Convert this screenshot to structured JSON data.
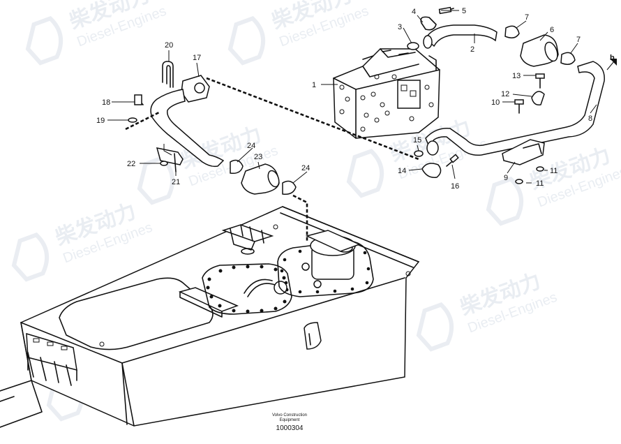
{
  "watermark": {
    "brand_cn": "柴发动力",
    "brand_en": "Diesel-Engines"
  },
  "callouts": [
    {
      "id": "c1",
      "label": "1"
    },
    {
      "id": "c2",
      "label": "2"
    },
    {
      "id": "c3",
      "label": "3"
    },
    {
      "id": "c4",
      "label": "4"
    },
    {
      "id": "c5",
      "label": "5"
    },
    {
      "id": "c6",
      "label": "6"
    },
    {
      "id": "c7a",
      "label": "7"
    },
    {
      "id": "c7b",
      "label": "7"
    },
    {
      "id": "c8",
      "label": "8"
    },
    {
      "id": "c9",
      "label": "9"
    },
    {
      "id": "c10",
      "label": "10"
    },
    {
      "id": "c11a",
      "label": "11"
    },
    {
      "id": "c11b",
      "label": "11"
    },
    {
      "id": "c12",
      "label": "12"
    },
    {
      "id": "c13",
      "label": "13"
    },
    {
      "id": "c14",
      "label": "14"
    },
    {
      "id": "c15",
      "label": "15"
    },
    {
      "id": "c16",
      "label": "16"
    },
    {
      "id": "c17",
      "label": "17"
    },
    {
      "id": "c18",
      "label": "18"
    },
    {
      "id": "c19",
      "label": "19"
    },
    {
      "id": "c20",
      "label": "20"
    },
    {
      "id": "c21",
      "label": "21"
    },
    {
      "id": "c22",
      "label": "22"
    },
    {
      "id": "c23",
      "label": "23"
    },
    {
      "id": "c24a",
      "label": "24"
    },
    {
      "id": "c24b",
      "label": "24"
    },
    {
      "id": "cb",
      "label": "b"
    }
  ],
  "footer": {
    "brand": "Volvo Construction\nEquipment",
    "doc_number": "1000304"
  }
}
